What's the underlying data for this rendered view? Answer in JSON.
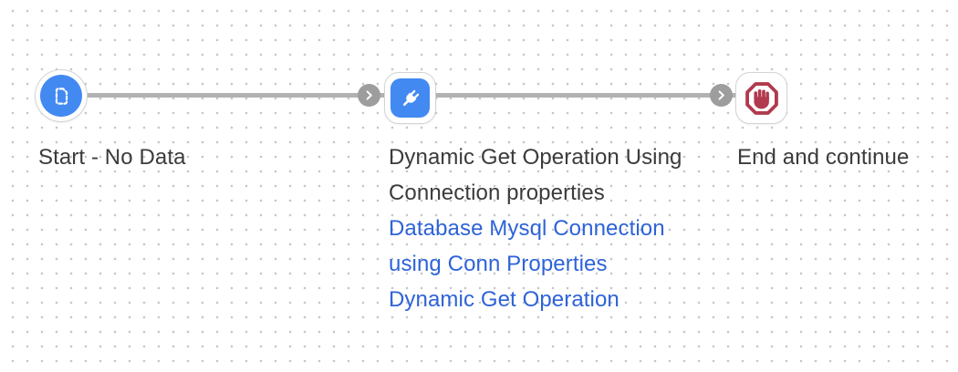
{
  "canvas": {
    "dot_color": "#c6c6ca",
    "connector_color": "#b2b2b2",
    "chevron_color": "#9d9d9d",
    "node_accent_blue": "#4389f2",
    "stop_red": "#b13a4e",
    "link_color": "#2e63d8",
    "text_color": "#3b3b3b"
  },
  "nodes": [
    {
      "id": "start",
      "label": "Start - No Data",
      "icon": "document-dashed-icon"
    },
    {
      "id": "operation",
      "label": "Dynamic Get Operation Using Connection properties",
      "icon": "plug-icon",
      "links": [
        {
          "text": "Database Mysql Connection using Conn Properties"
        },
        {
          "text": "Dynamic Get Operation"
        }
      ]
    },
    {
      "id": "end",
      "label": "End and continue",
      "icon": "stop-hand-icon"
    }
  ]
}
